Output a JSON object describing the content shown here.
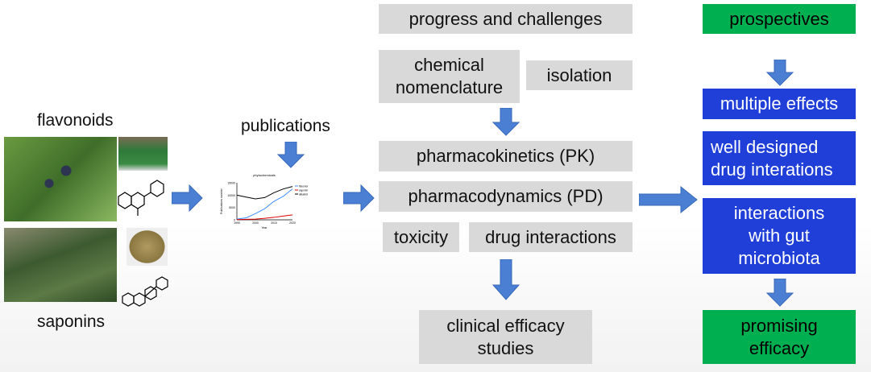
{
  "left": {
    "flavonoids": "flavonoids",
    "saponins": "saponins",
    "publications": "publications"
  },
  "center": {
    "progress": "progress and challenges",
    "nomenclature_1": "chemical",
    "nomenclature_2": "nomenclature",
    "isolation": "isolation",
    "pk": "pharmacokinetics (PK)",
    "pd": "pharmacodynamics (PD)",
    "toxicity": "toxicity",
    "drug_interactions": "drug interactions",
    "clinical_1": "clinical efficacy",
    "clinical_2": "studies"
  },
  "right": {
    "prospectives": "prospectives",
    "multiple": "multiple effects",
    "designed_1": "well designed",
    "designed_2": "drug interations",
    "gut_1": "interactions",
    "gut_2": "with gut",
    "gut_3": "microbiota",
    "promising_1": "promising",
    "promising_2": "efficacy"
  },
  "colors": {
    "gray": "#d9d9d9",
    "green": "#00b050",
    "blue": "#1f3fd8",
    "arrow": "#4a7fd4"
  },
  "chart_data": {
    "type": "line",
    "title": "phytochemicals",
    "xlabel": "Year",
    "ylabel": "Publications number",
    "x": [
      1990,
      1995,
      2000,
      2005,
      2010,
      2015,
      2020
    ],
    "xticks": [
      "1990",
      "2000",
      "2010",
      "2020"
    ],
    "yticks": [
      "0",
      "5000",
      "10000",
      "15000"
    ],
    "ylim": [
      0,
      15000
    ],
    "series": [
      {
        "name": "flavonoids",
        "color": "#3d8bff",
        "values": [
          300,
          800,
          2500,
          4500,
          7500,
          9500,
          12500
        ]
      },
      {
        "name": "saponins",
        "color": "#e00000",
        "values": [
          100,
          200,
          300,
          600,
          1000,
          1500,
          2000
        ]
      },
      {
        "name": "alkaloids",
        "color": "#000000",
        "values": [
          10000,
          9200,
          8500,
          9000,
          11000,
          12500,
          13500
        ]
      }
    ]
  }
}
